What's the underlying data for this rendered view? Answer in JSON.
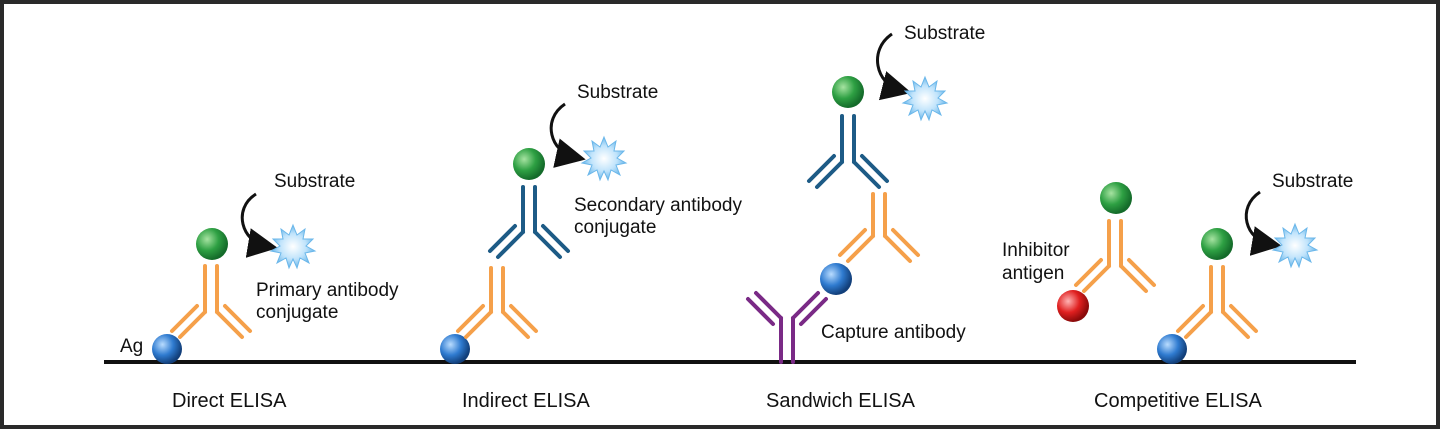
{
  "labels": {
    "ag": "Ag",
    "substrate": "Substrate",
    "primary_1": "Primary antibody",
    "primary_2": "conjugate",
    "secondary_1": "Secondary antibody",
    "secondary_2": "conjugate",
    "capture": "Capture antibody",
    "inhibitor_1": "Inhibitor",
    "inhibitor_2": "antigen"
  },
  "panels": [
    {
      "title": "Direct ELISA"
    },
    {
      "title": "Indirect ELISA"
    },
    {
      "title": "Sandwich ELISA"
    },
    {
      "title": "Competitive ELISA"
    }
  ],
  "colors": {
    "primary_antibody": "#f5a04a",
    "secondary_antibody": "#1d5b86",
    "capture_antibody": "#7a2a86",
    "enzyme": "#2ea043",
    "antigen": "#2f7bd0",
    "inhibitor": "#e02020",
    "substrate": "#6bb7ea"
  }
}
